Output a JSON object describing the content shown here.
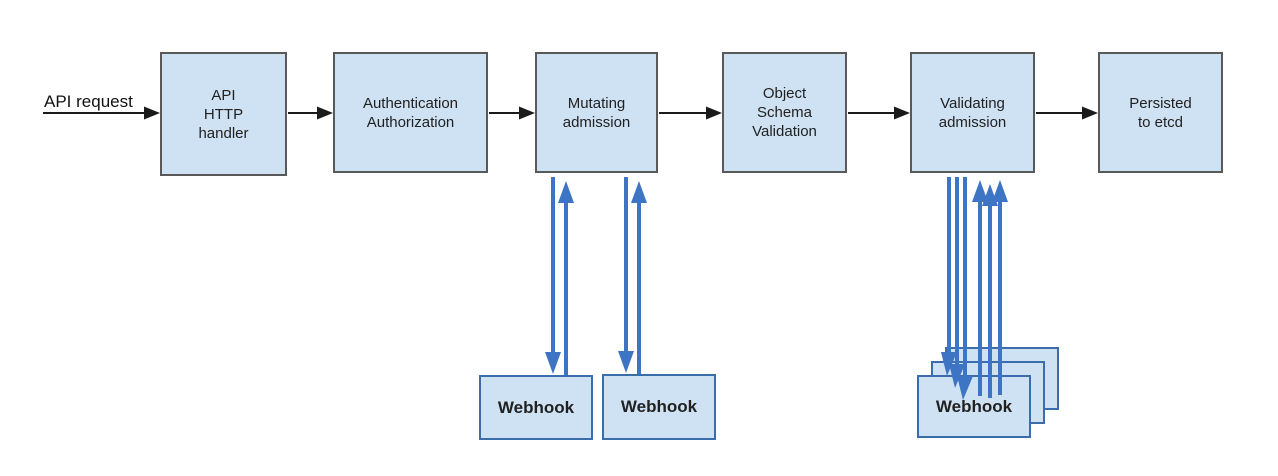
{
  "diagram": {
    "title_semantics": "API request admission flow",
    "request_label": "API request",
    "nodes": [
      {
        "id": "api-http-handler",
        "lines": [
          "API",
          "HTTP",
          "handler"
        ]
      },
      {
        "id": "authentication-authorization",
        "lines": [
          "Authentication",
          "Authorization"
        ]
      },
      {
        "id": "mutating-admission",
        "lines": [
          "Mutating",
          "admission"
        ]
      },
      {
        "id": "object-schema-validation",
        "lines": [
          "Object",
          "Schema",
          "Validation"
        ]
      },
      {
        "id": "validating-admission",
        "lines": [
          "Validating",
          "admission"
        ]
      },
      {
        "id": "persisted-to-etcd",
        "lines": [
          "Persisted",
          "to etcd"
        ]
      }
    ],
    "webhooks": {
      "mutating": [
        {
          "label": "Webhook"
        },
        {
          "label": "Webhook"
        }
      ],
      "validating": {
        "label": "Webhook",
        "stack_count": 3
      }
    },
    "colors": {
      "box_fill": "#cfe2f3",
      "box_border": "#595959",
      "webhook_border": "#3a6daa",
      "arrow_blue": "#3e74c4",
      "arrow_black": "#1a1a1a",
      "text": "#212121"
    }
  }
}
